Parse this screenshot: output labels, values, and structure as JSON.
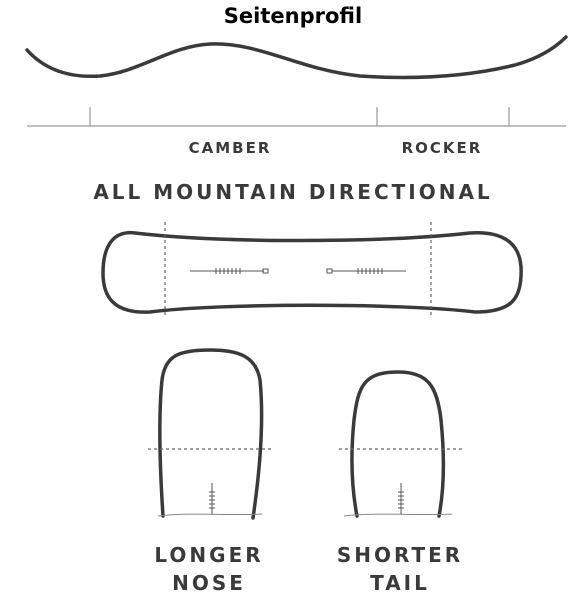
{
  "title": "Seitenprofil",
  "profile": {
    "camber_label": "CAMBER",
    "rocker_label": "ROCKER"
  },
  "shape": {
    "title": "ALL MOUNTAIN DIRECTIONAL"
  },
  "nose": {
    "line1": "LONGER",
    "line2": "NOSE"
  },
  "tail": {
    "line1": "SHORTER",
    "line2": "TAIL"
  },
  "colors": {
    "outline": "#3a3a3a",
    "dashed": "#666666",
    "text": "#3a3a3a"
  }
}
